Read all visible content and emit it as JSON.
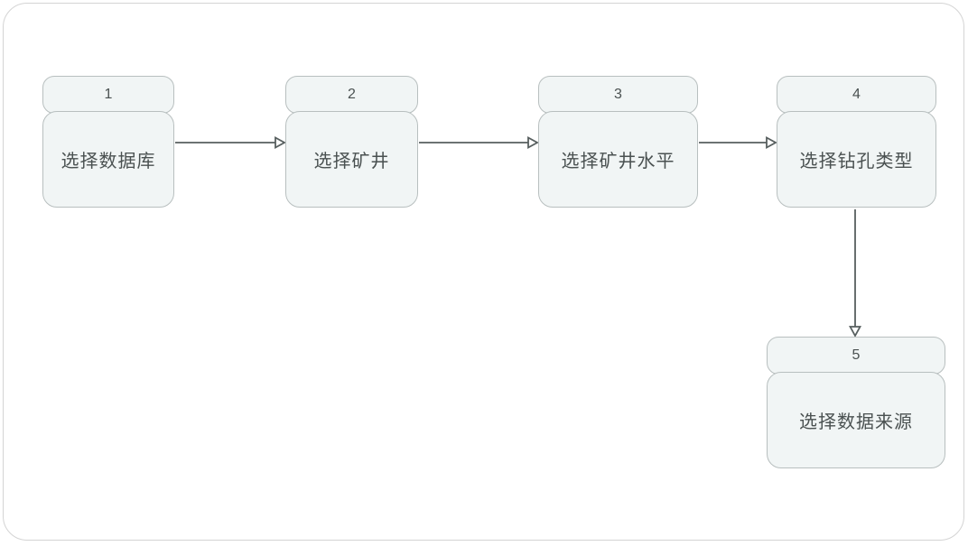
{
  "diagram": {
    "type": "flowchart",
    "steps": [
      {
        "number": "1",
        "label": "选择数据库"
      },
      {
        "number": "2",
        "label": "选择矿井"
      },
      {
        "number": "3",
        "label": "选择矿井水平"
      },
      {
        "number": "4",
        "label": "选择钻孔类型"
      },
      {
        "number": "5",
        "label": "选择数据来源"
      }
    ],
    "edges": [
      {
        "from": "1",
        "to": "2",
        "direction": "right"
      },
      {
        "from": "2",
        "to": "3",
        "direction": "right"
      },
      {
        "from": "3",
        "to": "4",
        "direction": "right"
      },
      {
        "from": "4",
        "to": "5",
        "direction": "down"
      }
    ],
    "colors": {
      "node_fill": "#f1f5f5",
      "node_border": "#b8bfbf",
      "text": "#4a5151",
      "arrow": "#575f5f",
      "frame": "#d4d4d4"
    }
  }
}
